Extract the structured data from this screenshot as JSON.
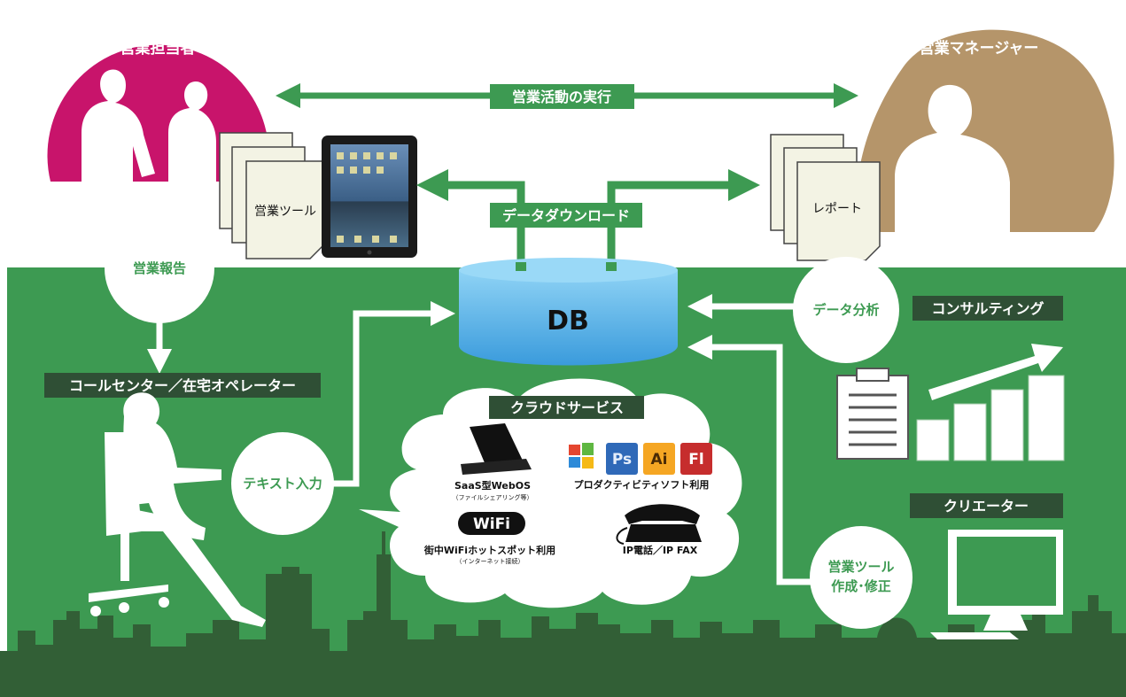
{
  "colors": {
    "green": "#3d9a52",
    "dark_green": "#2c6a3a",
    "skyline": "#325f36",
    "pink": "#c8146b",
    "tan": "#b5956a",
    "db_blue": "#5bb4e6",
    "dark_label": "#2f4f35"
  },
  "roles": {
    "sales_rep": "営業担当者",
    "sales_manager": "営業マネージャー"
  },
  "flows": {
    "sales_activity": "営業活動の実行",
    "data_download": "データダウンロード",
    "sales_report": "営業報告",
    "text_input": "テキスト入力",
    "data_analysis": "データ分析",
    "tool_creation_line1": "営業ツール",
    "tool_creation_line2": "作成･修正"
  },
  "docs": {
    "sales_tools": "営業ツール",
    "report": "レポート"
  },
  "db": {
    "label": "DB"
  },
  "labels": {
    "call_center": "コールセンター／在宅オペレーター",
    "consulting": "コンサルティング",
    "creator": "クリエーター",
    "cloud": "クラウドサービス"
  },
  "cloud_items": {
    "saas": "SaaS型WebOS",
    "saas_sub": "（ファイルシェアリング等）",
    "productivity": "プロダクティビティソフト利用",
    "wifi_logo": "WiFi",
    "wifi": "街中WiFiホットスポット利用",
    "wifi_sub": "（インターネット接続）",
    "ip": "IP電話／IP FAX"
  },
  "app_icons": {
    "ps": "Ps",
    "ai": "Ai",
    "fl": "Fl"
  },
  "icons": [
    "laptop-icon",
    "windows-logo-icon",
    "photoshop-icon",
    "illustrator-icon",
    "flash-icon",
    "wifi-logo-icon",
    "telephone-icon",
    "clipboard-icon",
    "growth-bars-icon",
    "monitor-icon",
    "ipad-icon"
  ]
}
